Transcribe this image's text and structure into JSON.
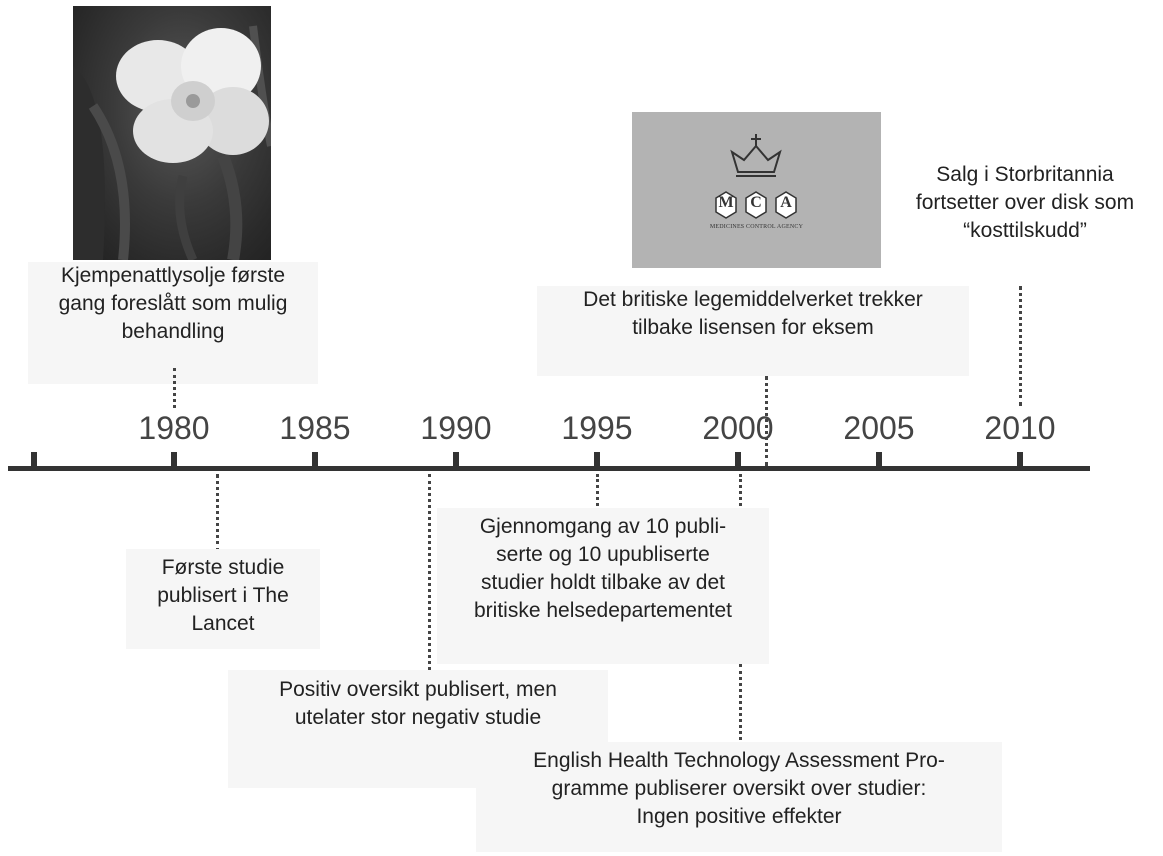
{
  "axis": {
    "years": [
      "1980",
      "1985",
      "1990",
      "1995",
      "2000",
      "2005",
      "2010"
    ]
  },
  "events_above": [
    {
      "id": "primrose",
      "text": "Kjempenattlysolje første\ngang foreslått som mulig\nbehandling"
    },
    {
      "id": "mca",
      "text": "Det britiske legemiddelverket trekker\ntilbake lisensen for eksem"
    },
    {
      "id": "sales",
      "text": "Salg i Storbritannia\nfortsetter over disk som\n“kosttilskudd”"
    }
  ],
  "events_below": [
    {
      "id": "lancet",
      "text": "Første studie\npublisert i The\nLancet"
    },
    {
      "id": "review",
      "text": "Positiv oversikt publisert, men\nutelater stor negativ studie"
    },
    {
      "id": "withheld",
      "text": "Gjennomgang av 10 publi-\nserte og 10 upubliserte\nstudier holdt tilbake av det\nbritiske helsedepartementet"
    },
    {
      "id": "hta",
      "text": "English Health Technology Assessment Pro-\ngramme publiserer oversikt over studier:\nIngen positive effekter"
    }
  ],
  "logo": {
    "letters": [
      "M",
      "C",
      "A"
    ],
    "caption": "MEDICINES CONTROL AGENCY"
  },
  "colors": {
    "axis": "#333333",
    "text": "#222222",
    "label_bg": "#f6f6f6",
    "logo_bg": "#b3b3b3"
  },
  "icons": [
    "flower-photo",
    "crown-icon"
  ]
}
